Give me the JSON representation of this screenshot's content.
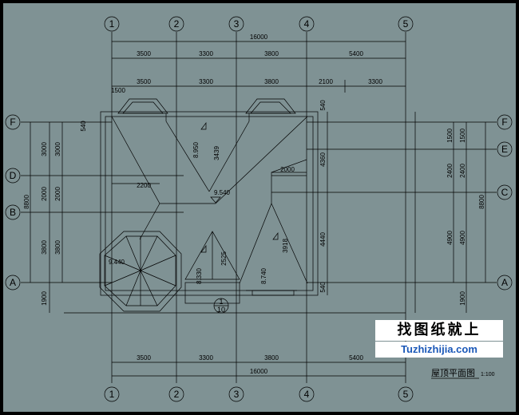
{
  "axes_top": [
    "1",
    "2",
    "3",
    "4",
    "5"
  ],
  "axes_left": [
    "F",
    "D",
    "B",
    "A"
  ],
  "axes_right": [
    "F",
    "E",
    "C",
    "A"
  ],
  "dims": {
    "overall_top": "16000",
    "overall_bottom": "16000",
    "top_row1": [
      "3500",
      "3300",
      "3800",
      "5400"
    ],
    "top_row2": [
      "3500",
      "3300",
      "3800",
      "2100",
      "3300"
    ],
    "bottom_row": [
      "3500",
      "3300",
      "3800",
      "5400"
    ],
    "left_outer": "8800",
    "left_col": [
      "3000",
      "2000",
      "3800",
      "1900"
    ],
    "left_col2": [
      "3000",
      "2000",
      "3800"
    ],
    "right_outer": "8800",
    "right_col": [
      "1500",
      "2400",
      "4900",
      "1900"
    ],
    "right_col2": [
      "1500",
      "2400",
      "4900"
    ],
    "small": {
      "d1500": "1500",
      "d540_left": "540",
      "d540_right_top": "540",
      "d540_right_bot": "540",
      "d4360": "4360",
      "d4440": "4440",
      "d2200": "2200",
      "d2000": "2000",
      "d3439": "3439",
      "d3918": "3918",
      "d2525": "2525"
    }
  },
  "elevations": {
    "e8950": "8.950",
    "e9540": "9.540",
    "e9440": "9.440",
    "e8330": "8.330",
    "e8740": "8.740"
  },
  "section_marker": {
    "top": "1",
    "bottom": "10"
  },
  "drawing_title": "屋顶平面图",
  "scale": "1:100",
  "watermark": {
    "cn": "找图纸就上",
    "url": "Tuzhizhijia.com"
  },
  "colors": {
    "background": "#7f9294",
    "frame": "#000000",
    "watermark_url": "#1a58b8"
  }
}
